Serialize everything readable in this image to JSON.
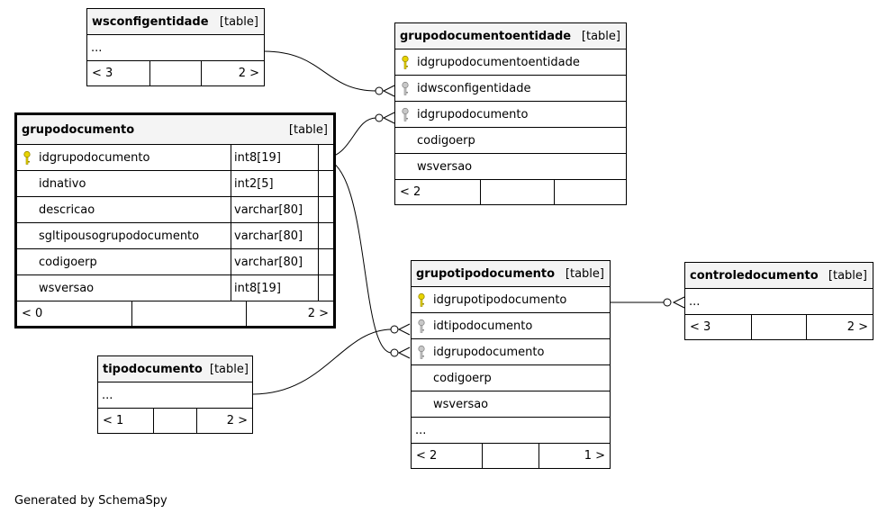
{
  "tables": {
    "wsconfigentidade": {
      "name": "wsconfigentidade",
      "type": "[table]",
      "rows": [
        "..."
      ],
      "footer": {
        "left": "< 3",
        "right": "2 >"
      }
    },
    "grupodocumentoentidade": {
      "name": "grupodocumentoentidade",
      "type": "[table]",
      "columns": [
        {
          "name": "idgrupodocumentoentidade",
          "key": "primary-key-icon"
        },
        {
          "name": "idwsconfigentidade",
          "key": "foreign-key-icon"
        },
        {
          "name": "idgrupodocumento",
          "key": "foreign-key-icon"
        },
        {
          "name": "codigoerp",
          "key": ""
        },
        {
          "name": "wsversao",
          "key": ""
        }
      ],
      "footer": {
        "left": "< 2",
        "right": ""
      }
    },
    "grupodocumento": {
      "name": "grupodocumento",
      "type": "[table]",
      "columns": [
        {
          "name": "idgrupodocumento",
          "datatype": "int8[19]",
          "key": "primary-key-icon"
        },
        {
          "name": "idnativo",
          "datatype": "int2[5]",
          "key": ""
        },
        {
          "name": "descricao",
          "datatype": "varchar[80]",
          "key": ""
        },
        {
          "name": "sgltipousogrupodocumento",
          "datatype": "varchar[80]",
          "key": ""
        },
        {
          "name": "codigoerp",
          "datatype": "varchar[80]",
          "key": ""
        },
        {
          "name": "wsversao",
          "datatype": "int8[19]",
          "key": ""
        }
      ],
      "footer": {
        "left": "< 0",
        "right": "2 >"
      }
    },
    "grupotipodocumento": {
      "name": "grupotipodocumento",
      "type": "[table]",
      "columns": [
        {
          "name": "idgrupotipodocumento",
          "key": "primary-key-icon"
        },
        {
          "name": "idtipodocumento",
          "key": "foreign-key-icon"
        },
        {
          "name": "idgrupodocumento",
          "key": "foreign-key-icon"
        },
        {
          "name": "codigoerp",
          "key": ""
        },
        {
          "name": "wsversao",
          "key": ""
        }
      ],
      "rows": [
        "..."
      ],
      "footer": {
        "left": "< 2",
        "right": "1 >"
      }
    },
    "controledocumento": {
      "name": "controledocumento",
      "type": "[table]",
      "rows": [
        "..."
      ],
      "footer": {
        "left": "< 3",
        "right": "2 >"
      }
    },
    "tipodocumento": {
      "name": "tipodocumento",
      "type": "[table]",
      "rows": [
        "..."
      ],
      "footer": {
        "left": "< 1",
        "right": "2 >"
      }
    }
  },
  "colors": {
    "primary_key": "#e8d400",
    "foreign_key": "#b3b3b3",
    "header_bg": "#f4f4f4",
    "line": "#000000"
  },
  "footer_text": "Generated by SchemaSpy"
}
